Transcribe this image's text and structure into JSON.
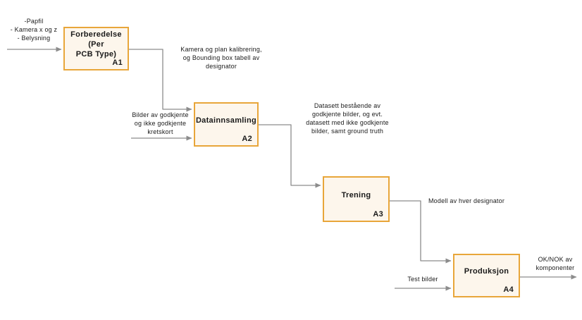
{
  "diagram": {
    "type": "idef0-process-flow",
    "colors": {
      "box_border": "#e8a63a",
      "box_fill": "#fdf6ec",
      "connector": "#8c8c8c",
      "text": "#1a1a1a",
      "background": "#ffffff"
    },
    "boxes": [
      {
        "title": "Forberedelse (Per\nPCB Type)",
        "code": "A1"
      },
      {
        "title": "Datainnsamling",
        "code": "A2"
      },
      {
        "title": "Trening",
        "code": "A3"
      },
      {
        "title": "Produksjon",
        "code": "A4"
      }
    ],
    "labels": [
      {
        "id": "input-a1",
        "text": "-Papfil\n- Kamera x og z\n- Belysning"
      },
      {
        "id": "output-a1",
        "text": "Kamera og plan  kalibrering,\nog Bounding box tabell av\ndesignator"
      },
      {
        "id": "input-a2",
        "text": "Bilder av godkjente\nog ikke godkjente\nkretskort"
      },
      {
        "id": "output-a2",
        "text": "Datasett bestående av\ngodkjente bilder, og evt.\ndatasett med ikke godkjente\nbilder, samt ground truth"
      },
      {
        "id": "output-a3",
        "text": "Modell av hver designator"
      },
      {
        "id": "input-a4",
        "text": "Test bilder"
      },
      {
        "id": "output-a4",
        "text": "OK/NOK av\nkomponenter"
      }
    ]
  }
}
